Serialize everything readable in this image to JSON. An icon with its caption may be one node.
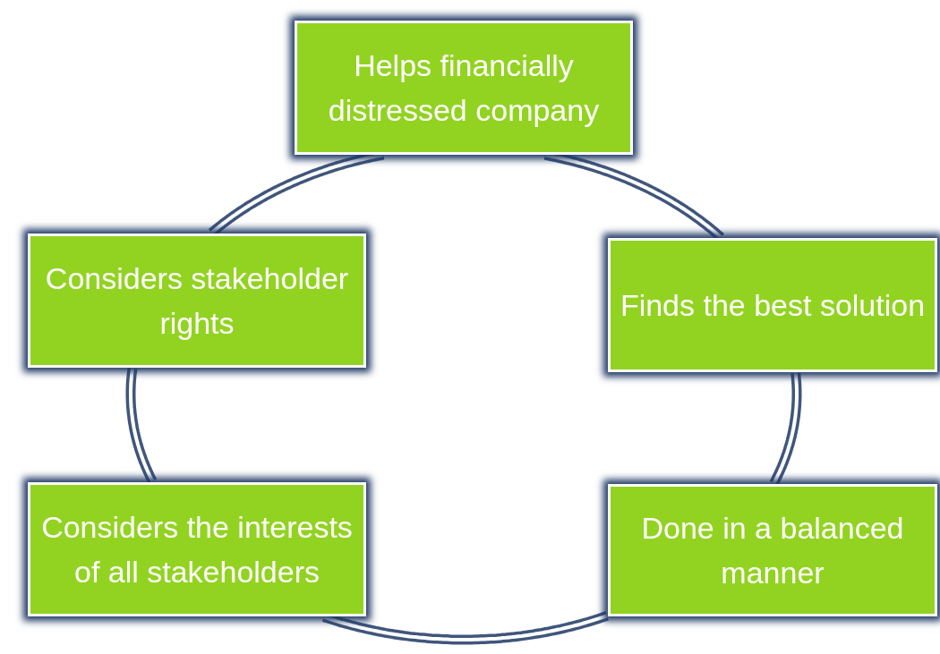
{
  "diagram": {
    "nodes": [
      {
        "text": [
          "Helps financially distressed company"
        ]
      },
      {
        "text": [
          "Considers stakeholder rights"
        ]
      },
      {
        "text": [
          "Finds the best solution"
        ]
      },
      {
        "text": [
          "Considers the interests of all stakeholders"
        ]
      },
      {
        "text": [
          "Done in a balanced manner"
        ]
      }
    ],
    "edges": [
      {
        "from": 0,
        "to": 2,
        "arrow": "none"
      },
      {
        "from": 2,
        "to": 4,
        "arrow": "none"
      },
      {
        "from": 4,
        "to": 3,
        "arrow": "none"
      },
      {
        "from": 3,
        "to": 1,
        "arrow": "none"
      },
      {
        "from": 1,
        "to": 0,
        "arrow": "none"
      }
    ]
  }
}
